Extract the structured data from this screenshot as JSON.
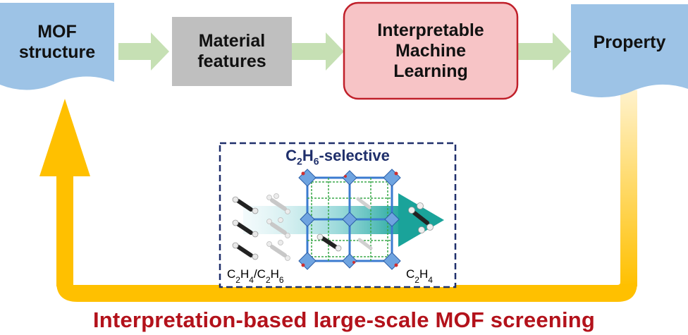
{
  "nodes": {
    "mof_structure": {
      "line1": "MOF",
      "line2": "structure",
      "color": "#9dc3e6"
    },
    "material_features": {
      "line1": "Material",
      "line2": "features",
      "color": "#bfbfbf"
    },
    "iml": {
      "line1": "Interpretable",
      "line2": "Machine",
      "line3": "Learning",
      "fill": "#f7c4c6",
      "border": "#c0202a"
    },
    "property": {
      "line1": "Property",
      "color": "#9dc3e6"
    }
  },
  "arrows": {
    "forward_color": "#c6e0b4",
    "loop_color": "#ffc000"
  },
  "inset": {
    "title_prefix": "C",
    "title_sub1": "2",
    "title_mid": "H",
    "title_sub2": "6",
    "title_suffix": "-selective",
    "left_label": {
      "a": "C",
      "s1": "2",
      "b": "H",
      "s2": "4",
      "slash": "/",
      "c": "C",
      "s3": "2",
      "d": "H",
      "s4": "6"
    },
    "right_label": {
      "a": "C",
      "s1": "2",
      "b": "H",
      "s2": "4"
    },
    "border_color": "#1f2f6b",
    "arrow_color": "#1aa39a"
  },
  "caption": "Interpretation-based large-scale MOF screening"
}
